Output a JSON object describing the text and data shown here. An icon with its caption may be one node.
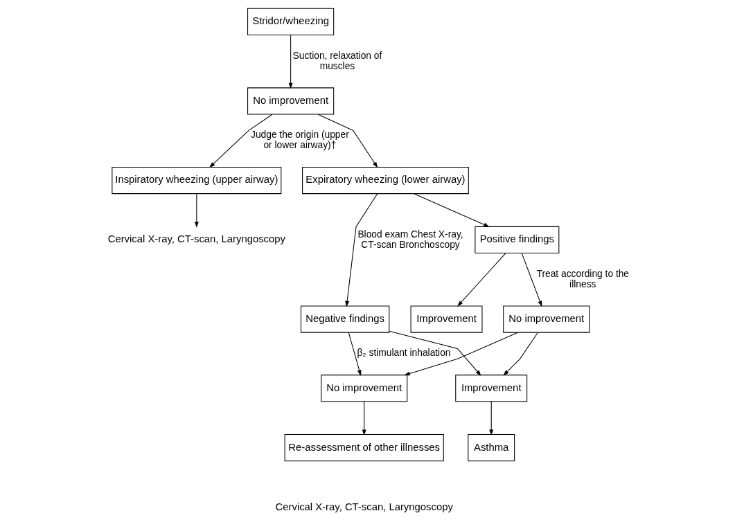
{
  "diagram": {
    "nodes": [
      {
        "text": [
          "Stridor/wheezing"
        ]
      },
      {
        "text": [
          "No improvement"
        ]
      },
      {
        "text": [
          "Inspiratory wheezing (upper airway)"
        ]
      },
      {
        "text": [
          "Expiratory wheezing (lower airway)"
        ]
      },
      {
        "text": [
          "Cervical X-ray, CT-scan, Laryngoscopy"
        ]
      },
      {
        "text": [
          "Positive findings"
        ]
      },
      {
        "text": [
          "Negative findings"
        ]
      },
      {
        "text": [
          "No improvement"
        ]
      },
      {
        "text": [
          "Improvement"
        ]
      },
      {
        "text": [
          "No improvement"
        ]
      },
      {
        "text": [
          "Improvement"
        ]
      },
      {
        "text": [
          "Re-assessment of other illnesses"
        ]
      },
      {
        "text": [
          "Asthma"
        ]
      }
    ],
    "edges": [
      {
        "from": 0,
        "to": 1,
        "arrow": "to",
        "label": "Suction, relaxation of muscles"
      },
      {
        "from": 1,
        "to": 2,
        "arrow": "to",
        "label": "Judge the origin (upper or lower airway)†"
      },
      {
        "from": 1,
        "to": 3,
        "arrow": "to"
      },
      {
        "from": 2,
        "to": 4,
        "arrow": "to"
      },
      {
        "from": 3,
        "to": 5,
        "arrow": "to"
      },
      {
        "from": 3,
        "to": 6,
        "arrow": "to",
        "label": "Blood exam Chest X-ray, CT-scan Bronchoscopy"
      },
      {
        "from": 5,
        "to": 7,
        "arrow": "to",
        "label": "Treat according to the illness"
      },
      {
        "from": 5,
        "to": 8,
        "arrow": "to"
      },
      {
        "from": 6,
        "to": 9,
        "arrow": "to",
        "label": "β₂ stimulant inhalation"
      },
      {
        "from": 6,
        "to": 10,
        "arrow": "to"
      },
      {
        "from": 7,
        "to": 9,
        "arrow": "to"
      },
      {
        "from": 7,
        "to": 10,
        "arrow": "to"
      },
      {
        "from": 9,
        "to": 11,
        "arrow": "to"
      },
      {
        "from": 10,
        "to": 12,
        "arrow": "to"
      }
    ],
    "labels": [
      "Cervical X-ray, CT-scan, Laryngoscopy"
    ]
  }
}
